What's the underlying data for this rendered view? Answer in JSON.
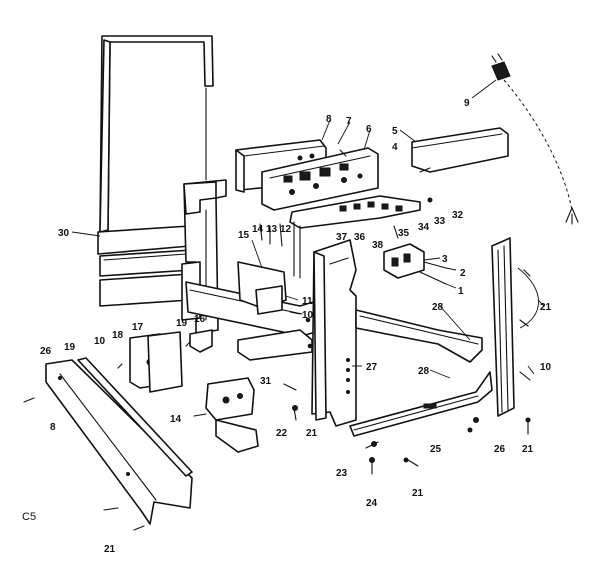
{
  "diagram": {
    "code": "C5",
    "callouts": [
      {
        "id": "c1",
        "text": "1"
      },
      {
        "id": "c2",
        "text": "2"
      },
      {
        "id": "c3",
        "text": "3"
      },
      {
        "id": "c4",
        "text": "4"
      },
      {
        "id": "c5",
        "text": "5"
      },
      {
        "id": "c6",
        "text": "6"
      },
      {
        "id": "c7",
        "text": "7"
      },
      {
        "id": "c8",
        "text": "8"
      },
      {
        "id": "c9",
        "text": "9"
      },
      {
        "id": "c10a",
        "text": "10"
      },
      {
        "id": "c10b",
        "text": "10"
      },
      {
        "id": "c10c",
        "text": "10"
      },
      {
        "id": "c11",
        "text": "11"
      },
      {
        "id": "c12",
        "text": "12"
      },
      {
        "id": "c13",
        "text": "13"
      },
      {
        "id": "c14a",
        "text": "14"
      },
      {
        "id": "c14b",
        "text": "14"
      },
      {
        "id": "c15",
        "text": "15"
      },
      {
        "id": "c16",
        "text": "16"
      },
      {
        "id": "c17",
        "text": "17"
      },
      {
        "id": "c18",
        "text": "18"
      },
      {
        "id": "c19a",
        "text": "19"
      },
      {
        "id": "c19b",
        "text": "19"
      },
      {
        "id": "c21a",
        "text": "21"
      },
      {
        "id": "c21b",
        "text": "21"
      },
      {
        "id": "c21c",
        "text": "21"
      },
      {
        "id": "c21d",
        "text": "21"
      },
      {
        "id": "c21e",
        "text": "21"
      },
      {
        "id": "c22",
        "text": "22"
      },
      {
        "id": "c23",
        "text": "23"
      },
      {
        "id": "c24",
        "text": "24"
      },
      {
        "id": "c25",
        "text": "25"
      },
      {
        "id": "c26a",
        "text": "26"
      },
      {
        "id": "c26b",
        "text": "26"
      },
      {
        "id": "c27",
        "text": "27"
      },
      {
        "id": "c28a",
        "text": "28"
      },
      {
        "id": "c28b",
        "text": "28"
      },
      {
        "id": "c30",
        "text": "30"
      },
      {
        "id": "c31",
        "text": "31"
      },
      {
        "id": "c32",
        "text": "32"
      },
      {
        "id": "c33",
        "text": "33"
      },
      {
        "id": "c34",
        "text": "34"
      },
      {
        "id": "c35",
        "text": "35"
      },
      {
        "id": "c36",
        "text": "36"
      },
      {
        "id": "c37",
        "text": "37"
      },
      {
        "id": "c38",
        "text": "38"
      },
      {
        "id": "c8b",
        "text": "8"
      }
    ]
  }
}
